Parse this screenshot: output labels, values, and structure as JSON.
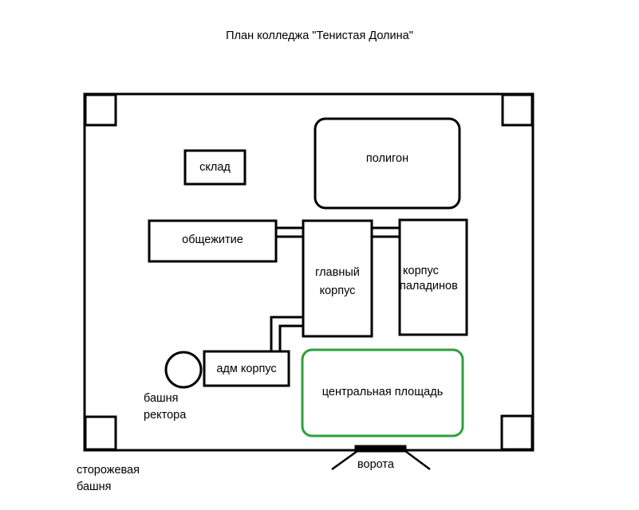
{
  "title": "План колледжа \"Тенистая Долина\"",
  "labels": {
    "warehouse": "склад",
    "polygon": "полигон",
    "dormitory": "общежитие",
    "main_building_line1": "главный",
    "main_building_line2": "корпус",
    "paladin_building_line1": "корпус",
    "paladin_building_line2": "паладинов",
    "admin_building": "адм корпус",
    "rector_tower_line1": "башня",
    "rector_tower_line2": "ректора",
    "central_square": "центральная площадь",
    "gate": "ворота",
    "watchtower_line1": "сторожевая",
    "watchtower_line2": "башня"
  },
  "colors": {
    "outline": "#000000",
    "central_square": "#2e9e3e",
    "background": "#ffffff"
  }
}
